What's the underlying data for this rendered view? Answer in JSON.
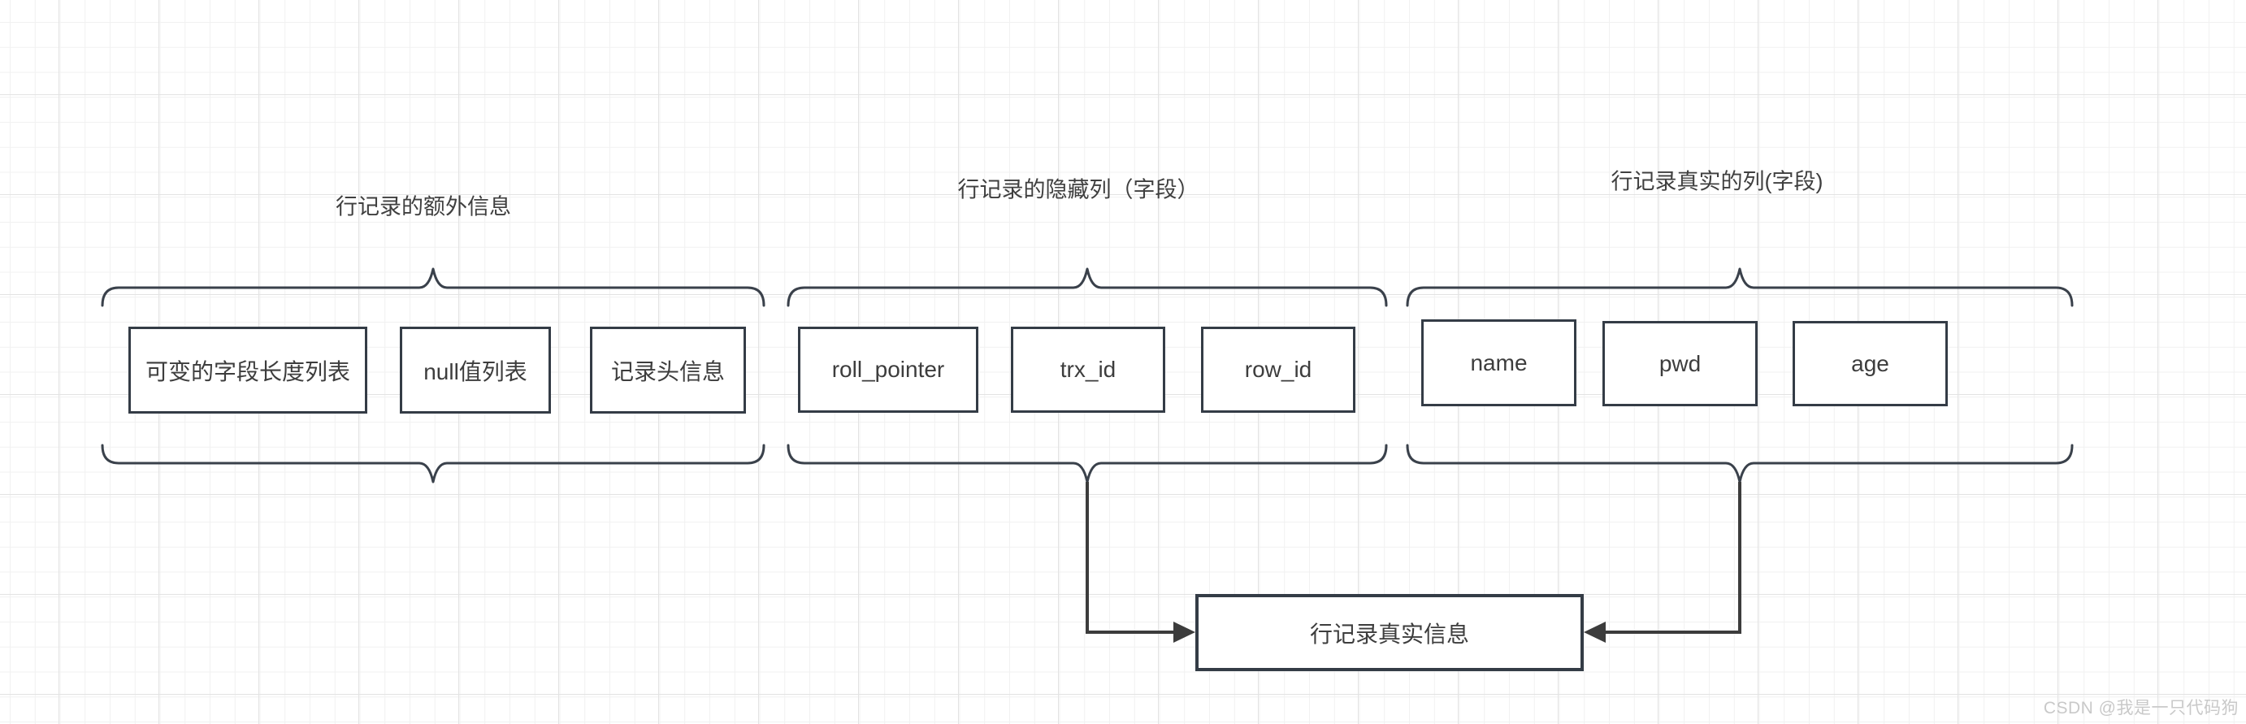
{
  "diagram": {
    "groups": [
      {
        "title": "行记录的额外信息",
        "boxes": [
          {
            "label": "可变的字段长度列表"
          },
          {
            "label": "null值列表"
          },
          {
            "label": "记录头信息"
          }
        ]
      },
      {
        "title": "行记录的隐藏列（字段）",
        "boxes": [
          {
            "label": "roll_pointer"
          },
          {
            "label": "trx_id"
          },
          {
            "label": "row_id"
          }
        ]
      },
      {
        "title": "行记录真实的列(字段)",
        "boxes": [
          {
            "label": "name"
          },
          {
            "label": "pwd"
          },
          {
            "label": "age"
          }
        ]
      }
    ],
    "result_box": {
      "label": "行记录真实信息"
    }
  },
  "watermark": "CSDN @我是一只代码狗",
  "colors": {
    "stroke": "#3a414b",
    "box_border": "#343c46",
    "text": "#3d3d3d",
    "title": "#3f3f3f",
    "watermark": "#c9c9c9",
    "grid_minor": "#f1f1f1",
    "grid_major": "#e3e3e3",
    "background": "#ffffff",
    "arrow": "#3c3c3c"
  }
}
